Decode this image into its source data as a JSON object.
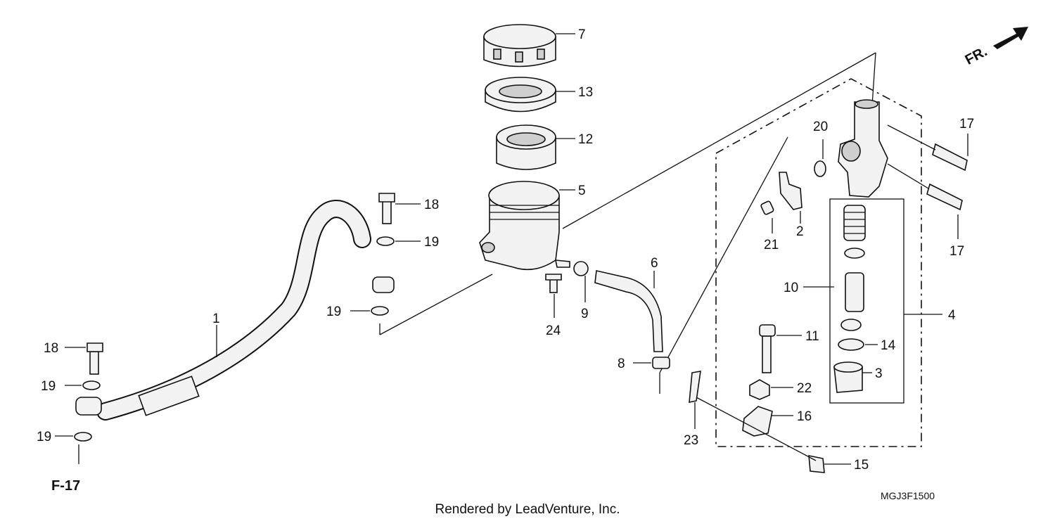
{
  "callouts": [
    {
      "id": "c7",
      "text": "7"
    },
    {
      "id": "c13",
      "text": "13"
    },
    {
      "id": "c12",
      "text": "12"
    },
    {
      "id": "c5",
      "text": "5"
    },
    {
      "id": "c18a",
      "text": "18"
    },
    {
      "id": "c19a",
      "text": "19"
    },
    {
      "id": "c19b",
      "text": "19"
    },
    {
      "id": "c1",
      "text": "1"
    },
    {
      "id": "c18b",
      "text": "18"
    },
    {
      "id": "c19c",
      "text": "19"
    },
    {
      "id": "c19d",
      "text": "19"
    },
    {
      "id": "c24",
      "text": "24"
    },
    {
      "id": "c9",
      "text": "9"
    },
    {
      "id": "c6",
      "text": "6"
    },
    {
      "id": "c8",
      "text": "8"
    },
    {
      "id": "c20",
      "text": "20"
    },
    {
      "id": "c21",
      "text": "21"
    },
    {
      "id": "c2",
      "text": "2"
    },
    {
      "id": "c10",
      "text": "10"
    },
    {
      "id": "c11",
      "text": "11"
    },
    {
      "id": "c22",
      "text": "22"
    },
    {
      "id": "c23",
      "text": "23"
    },
    {
      "id": "c16",
      "text": "16"
    },
    {
      "id": "c15",
      "text": "15"
    },
    {
      "id": "c14",
      "text": "14"
    },
    {
      "id": "c3",
      "text": "3"
    },
    {
      "id": "c4",
      "text": "4"
    },
    {
      "id": "c17a",
      "text": "17"
    },
    {
      "id": "c17b",
      "text": "17"
    }
  ],
  "ref": "F-17",
  "direction": "FR.",
  "diagram_code": "MGJ3F1500",
  "credit": "Rendered by LeadVenture, Inc."
}
